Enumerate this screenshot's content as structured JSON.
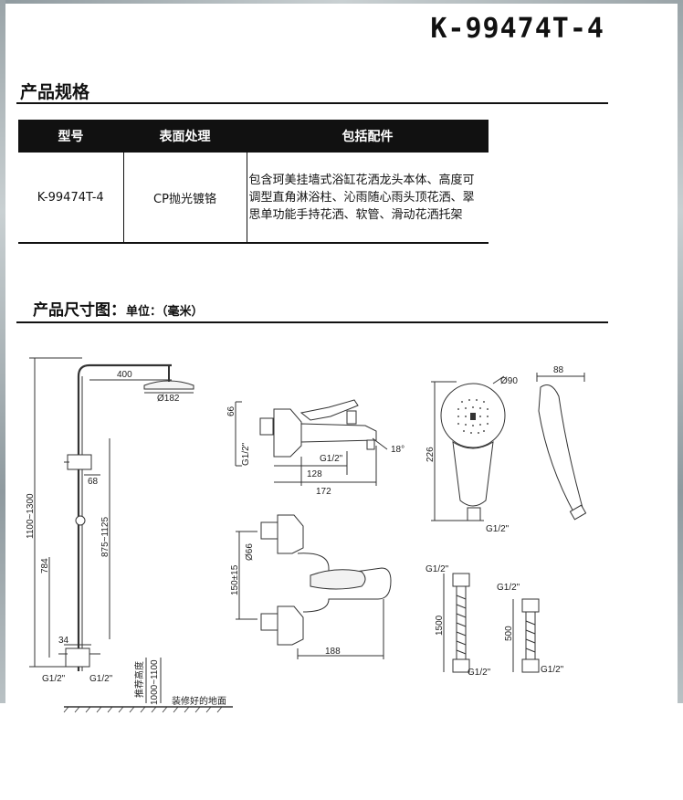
{
  "header": {
    "model_code": "K-99474T-4"
  },
  "spec_section": {
    "title": "产品规格",
    "columns": [
      "型号",
      "表面处理",
      "包括配件"
    ],
    "row": {
      "model": "K-99474T-4",
      "finish": "CP抛光镀铬",
      "accessories": "包含珂美挂墙式浴缸花洒龙头本体、高度可调型直角淋浴柱、沁雨随心雨头顶花洒、翠思单功能手持花洒、软管、滑动花洒托架"
    }
  },
  "dimension_section": {
    "title": "产品尺寸图：",
    "unit": "单位：（毫米）"
  },
  "drawing_labels": {
    "arm_length": "400",
    "head_diameter": "Ø182",
    "total_height": "1100~1300",
    "slide_height": "875~1125",
    "bar_offset": "68",
    "lower_height": "784",
    "valve_offset": "34",
    "inlet_left": "G1/2\"",
    "inlet_right": "G1/2\"",
    "install_height": "1000~1100",
    "install_height_label": "推荐高度",
    "floor_label": "装修好的地面",
    "faucet_height": "66",
    "faucet_inlet": "G1/2\"",
    "faucet_outlet": "G1/2\"",
    "spout_angle": "18°",
    "depth_short": "128",
    "depth_long": "172",
    "eccentric_dia": "Ø66",
    "center_distance": "150±15",
    "faucet_width": "188",
    "hand_dia": "Ø90",
    "hand_length": "226",
    "hand_inlet": "G1/2\"",
    "hand_depth": "88",
    "hose_top": "G1/2\"",
    "hose_length": "1500",
    "hose_bottom": "G1/2\"",
    "short_hose_top": "G1/2\"",
    "short_hose_length": "500",
    "short_hose_bottom": "G1/2\""
  }
}
